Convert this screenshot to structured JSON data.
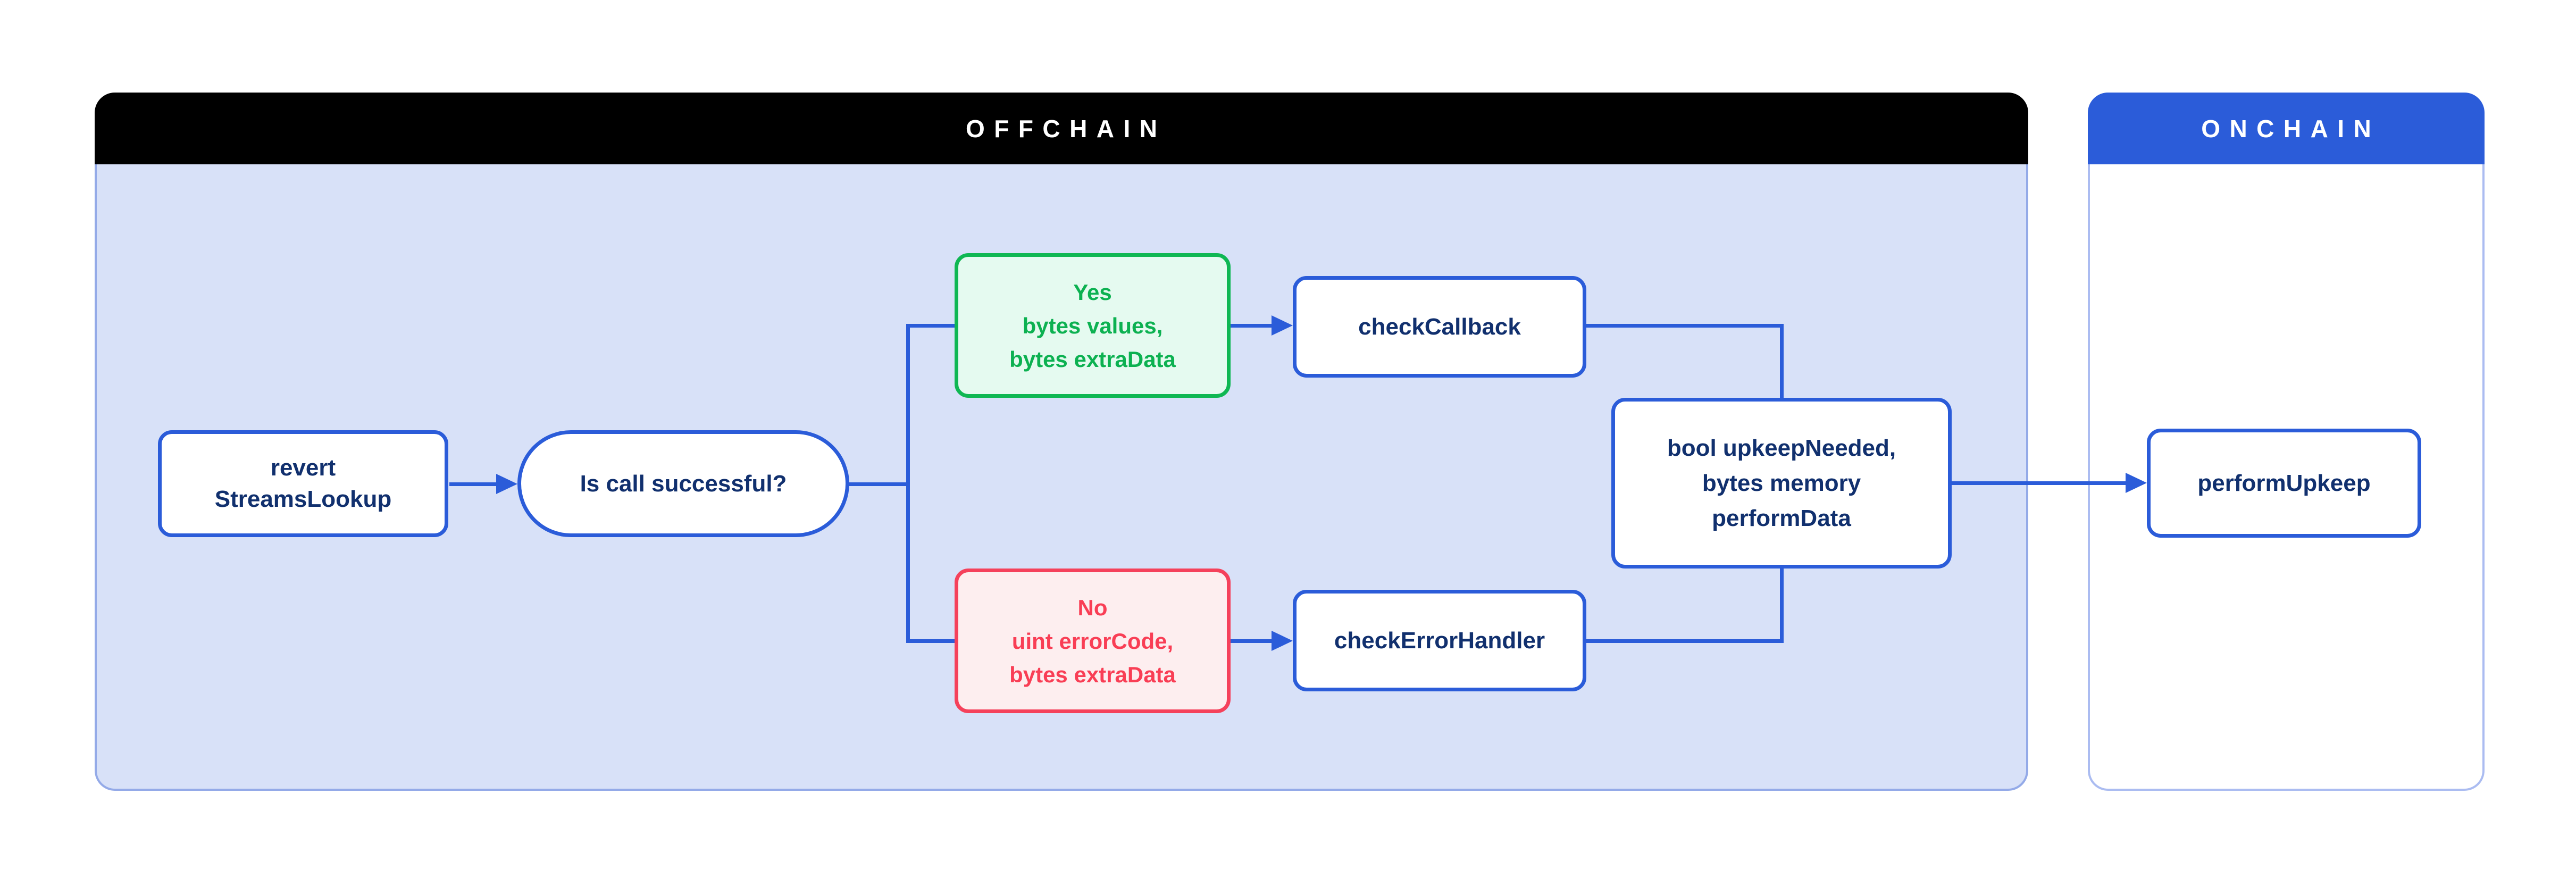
{
  "flowchart": {
    "lanes": {
      "offchain": {
        "title": "OFFCHAIN",
        "header_bg": "#000000",
        "body_bg": "#d8e1f8"
      },
      "onchain": {
        "title": "ONCHAIN",
        "header_bg": "#2b5cd9",
        "body_bg": "#ffffff"
      }
    },
    "nodes": {
      "revert": {
        "lines": [
          "revert",
          "StreamsLookup"
        ],
        "shape": "rect",
        "lane": "offchain"
      },
      "decision": {
        "lines": [
          "Is call successful?"
        ],
        "shape": "stadium",
        "lane": "offchain"
      },
      "yes": {
        "lines": [
          "Yes",
          "bytes values,",
          "bytes extraData"
        ],
        "shape": "rect",
        "lane": "offchain",
        "status": "success"
      },
      "checkCallback": {
        "lines": [
          "checkCallback"
        ],
        "shape": "rect",
        "lane": "offchain"
      },
      "no": {
        "lines": [
          "No",
          "uint errorCode,",
          "bytes extraData"
        ],
        "shape": "rect",
        "lane": "offchain",
        "status": "error"
      },
      "checkErrorHandler": {
        "lines": [
          "checkErrorHandler"
        ],
        "shape": "rect",
        "lane": "offchain"
      },
      "result": {
        "lines": [
          "bool upkeepNeeded,",
          "bytes memory",
          "performData"
        ],
        "shape": "rect",
        "lane": "offchain"
      },
      "performUpkeep": {
        "lines": [
          "performUpkeep"
        ],
        "shape": "rect",
        "lane": "onchain"
      }
    },
    "edges": [
      {
        "from": "revert",
        "to": "decision",
        "arrow": true
      },
      {
        "from": "decision",
        "to": "yes",
        "arrow": false
      },
      {
        "from": "decision",
        "to": "no",
        "arrow": false
      },
      {
        "from": "yes",
        "to": "checkCallback",
        "arrow": true
      },
      {
        "from": "no",
        "to": "checkErrorHandler",
        "arrow": true
      },
      {
        "from": "checkCallback",
        "to": "result",
        "arrow": false
      },
      {
        "from": "checkErrorHandler",
        "to": "result",
        "arrow": false
      },
      {
        "from": "result",
        "to": "performUpkeep",
        "arrow": true
      }
    ],
    "colors": {
      "connector_blue": "#2b5cd9",
      "node_border_blue": "#2b5cd9",
      "node_text_navy": "#11306e",
      "success_green": "#0cb151",
      "success_green_border": "#0fb753",
      "success_green_fill": "#e5faf0",
      "error_red": "#f93e55",
      "error_red_border": "#f5415b",
      "error_red_fill": "#fdeeef",
      "offchain_body": "#d8e1f8",
      "onchain_header": "#2b5cd9",
      "offchain_header": "#000000"
    }
  }
}
